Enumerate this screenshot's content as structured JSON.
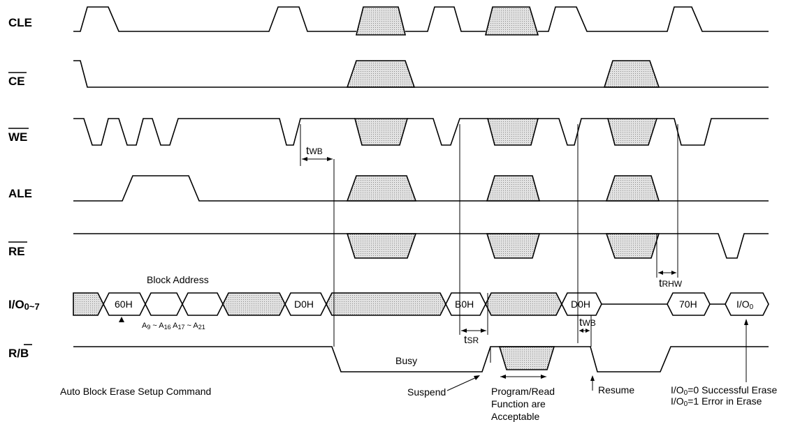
{
  "signals": {
    "cle": "CLE",
    "ce": "CE",
    "we": "WE",
    "ale": "ALE",
    "re": "RE",
    "io_main": "I/O",
    "io_sub": "0~7",
    "rb_r": "R/",
    "rb_b": "B"
  },
  "timing": {
    "twb1": {
      "t": "t",
      "s": "WB"
    },
    "trhw": {
      "t": "t",
      "s": "RHW"
    },
    "tsr": {
      "t": "t",
      "s": "SR"
    },
    "twb2": {
      "t": "t",
      "s": "WB"
    }
  },
  "io_values": {
    "c60": "60H",
    "d0_1": "D0H",
    "b0": "B0H",
    "d0_2": "D0H",
    "c70": "70H",
    "io0_main": "I/O",
    "io0_sub": "0"
  },
  "address": {
    "title": "Block Address",
    "a9": "A",
    "a9_sub": "9",
    "tilde1": " ~ ",
    "a16": "A",
    "a16_sub": "16",
    "a17": "A",
    "a17_sub": "17",
    "tilde2": " ~ ",
    "a21": "A",
    "a21_sub": "21"
  },
  "annotations": {
    "busy": "Busy",
    "setup": "Auto Block Erase Setup Command",
    "suspend": "Suspend",
    "program_read_1": "Program/Read",
    "program_read_2": "Function are",
    "program_read_3": "Acceptable",
    "resume": "Resume",
    "success_main": "I/O",
    "success_sub": "0",
    "success_rest": "=0 Successful Erase",
    "error_main": "I/O",
    "error_sub": "0",
    "error_rest": "=1 Error in Erase"
  }
}
